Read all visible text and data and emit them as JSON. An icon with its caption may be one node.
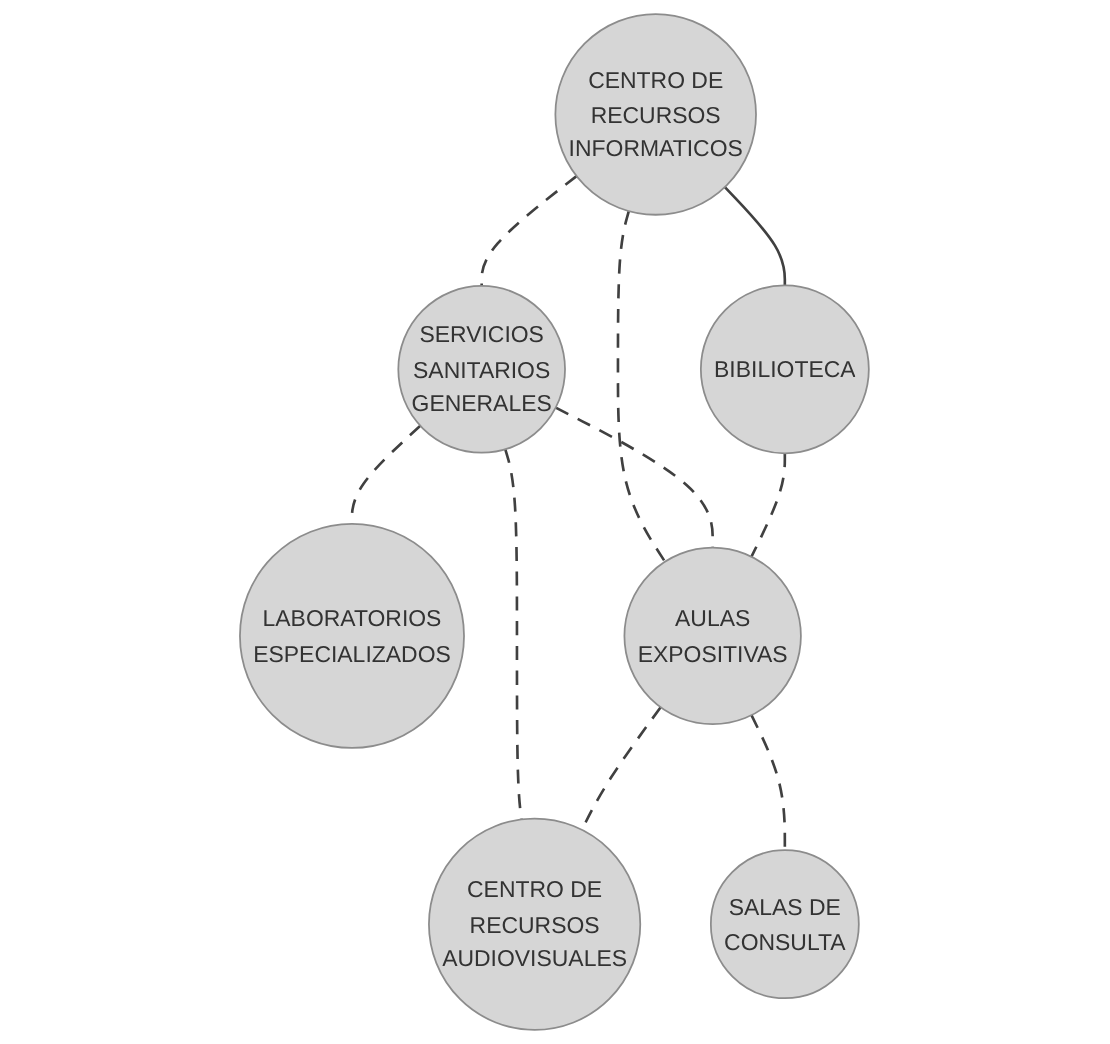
{
  "diagram": {
    "nodes": [
      {
        "text": [
          "CENTRO DE RECURSOS INFORMATICOS"
        ]
      },
      {
        "text": [
          "SERVICIOS SANITARIOS GENERALES"
        ]
      },
      {
        "text": [
          "LABORATORIOS ESPECIALIZADOS"
        ]
      },
      {
        "text": [
          "BIBILIOTECA"
        ]
      },
      {
        "text": [
          "AULAS EXPOSITIVAS"
        ]
      },
      {
        "text": [
          "CENTRO DE RECURSOS AUDIOVISUALES"
        ]
      },
      {
        "text": [
          "SALAS DE CONSULTA"
        ]
      }
    ],
    "edges": [
      {
        "from": 0,
        "to": 1,
        "arrow": "none",
        "style": "dashed"
      },
      {
        "from": 1,
        "to": 2,
        "arrow": "none",
        "style": "dashed"
      },
      {
        "from": 0,
        "to": 3,
        "arrow": "none"
      },
      {
        "from": 0,
        "to": 4,
        "arrow": "none",
        "style": "dashed"
      },
      {
        "from": 1,
        "to": 4,
        "arrow": "none",
        "style": "dashed"
      },
      {
        "from": 1,
        "to": 5,
        "arrow": "none",
        "style": "dashed"
      },
      {
        "from": 3,
        "to": 4,
        "arrow": "none",
        "style": "dashed"
      },
      {
        "from": 4,
        "to": 5,
        "arrow": "none",
        "style": "dashed"
      },
      {
        "from": 4,
        "to": 6,
        "arrow": "none",
        "style": "dashed"
      }
    ]
  }
}
